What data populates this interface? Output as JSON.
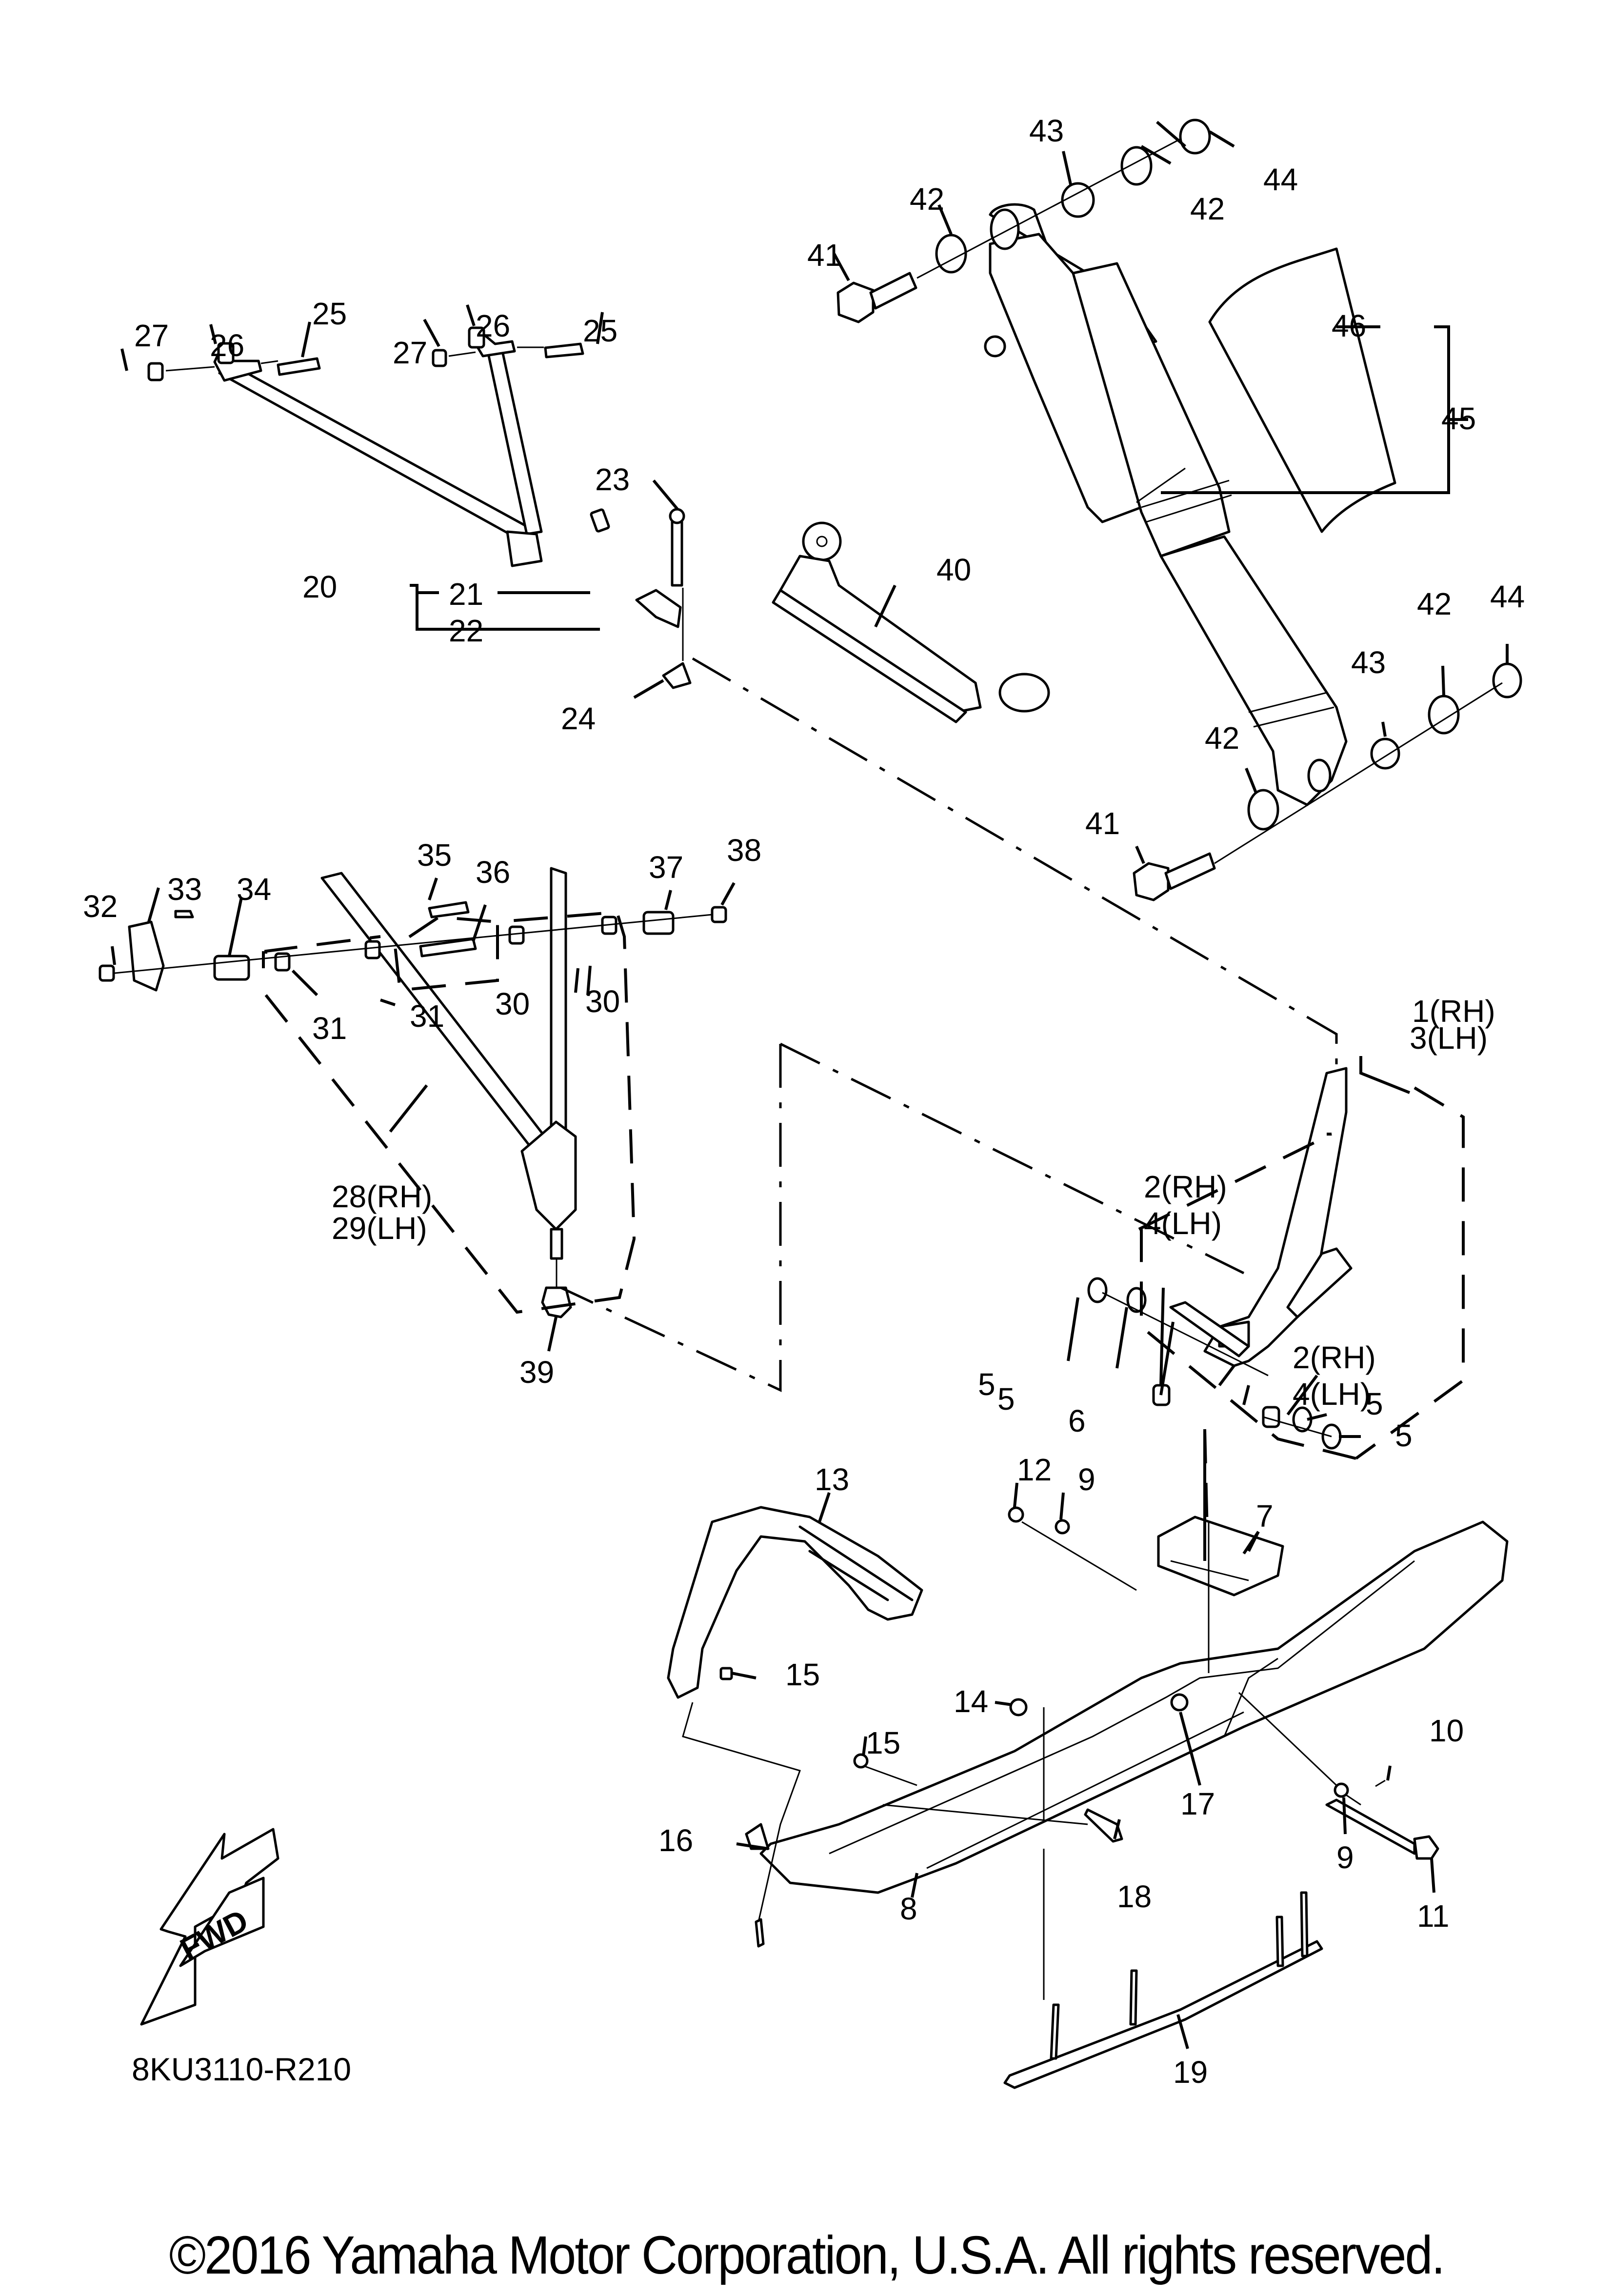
{
  "diagram": {
    "code": "8KU3110-R210",
    "fwd_label": "FWD",
    "copyright": "©2016 Yamaha Motor Corporation, U.S.A. All rights reserved.",
    "callouts": {
      "c1": "1(RH)",
      "c3": "3(LH)",
      "c2a": "2(RH)",
      "c4a": "4(LH)",
      "c2b": "2(RH)",
      "c4b": "4(LH)",
      "c5": "5",
      "c6": "6",
      "c7": "7",
      "c8": "8",
      "c9": "9",
      "c10": "10",
      "c11": "11",
      "c12": "12",
      "c13": "13",
      "c14": "14",
      "c15": "15",
      "c16": "16",
      "c17": "17",
      "c18": "18",
      "c19": "19",
      "c20": "20",
      "c21": "21",
      "c22": "22",
      "c23": "23",
      "c24": "24",
      "c25": "25",
      "c26": "26",
      "c27": "27",
      "c28": "28(RH)",
      "c29": "29(LH)",
      "c30": "30",
      "c31": "31",
      "c32": "32",
      "c33": "33",
      "c34": "34",
      "c35": "35",
      "c36": "36",
      "c37": "37",
      "c38": "38",
      "c39": "39",
      "c40": "40",
      "c41": "41",
      "c42": "42",
      "c43": "43",
      "c44": "44",
      "c45": "45",
      "c46": "46"
    }
  }
}
